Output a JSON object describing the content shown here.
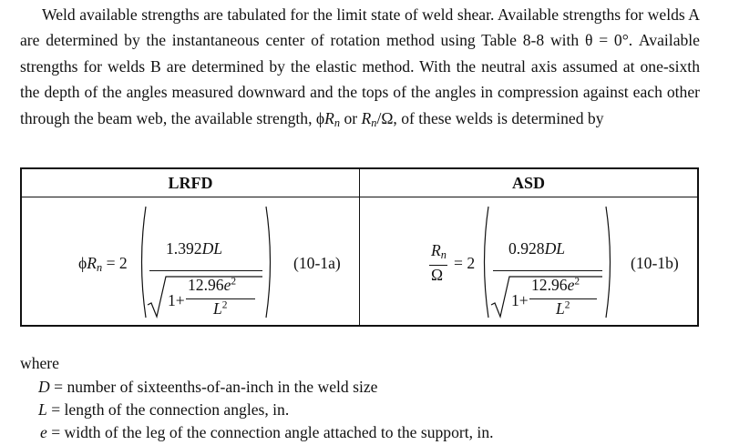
{
  "paragraph": {
    "s1": "Weld available strengths are tabulated for the limit state of weld shear. Available strengths for welds A are determined by the instantaneous center of rotation method using Table 8-8 with θ = 0°. Available strengths for welds B are determined by the elastic method. With the neutral axis assumed at one-sixth the depth of the angles measured downward and the tops of the angles in compression against each other through the beam web, the available strength, ",
    "phi": "ϕ",
    "R": "R",
    "n": "n",
    "or": " or ",
    "slash_omega": "/Ω",
    "tail": ", of these welds is determined by"
  },
  "table": {
    "lrfd_header": "LRFD",
    "asd_header": "ASD",
    "lrfd": {
      "lhs_phi": "ϕ",
      "lhs_R": "R",
      "lhs_n": "n",
      "eq2": " = 2",
      "numerator": "1.392",
      "numerator_var": "DL",
      "inner_one_plus": "1+",
      "inner_num": "12.96",
      "inner_num_var": "e",
      "inner_num_exp": "2",
      "inner_den_var": "L",
      "inner_den_exp": "2",
      "label": "(10-1a)"
    },
    "asd": {
      "frac_R": "R",
      "frac_n": "n",
      "frac_omega": "Ω",
      "eq2": "= 2",
      "numerator": "0.928",
      "numerator_var": "DL",
      "inner_one_plus": "1+",
      "inner_num": "12.96",
      "inner_num_var": "e",
      "inner_num_exp": "2",
      "inner_den_var": "L",
      "inner_den_exp": "2",
      "label": "(10-1b)"
    }
  },
  "where": "where",
  "definitions": [
    {
      "symbol": "D",
      "text": " = number of sixteenths-of-an-inch in the weld size"
    },
    {
      "symbol": "L",
      "text": " = length of the connection angles, in."
    },
    {
      "symbol": "e",
      "text": " = width of the leg of the connection angle attached to the support, in."
    }
  ]
}
